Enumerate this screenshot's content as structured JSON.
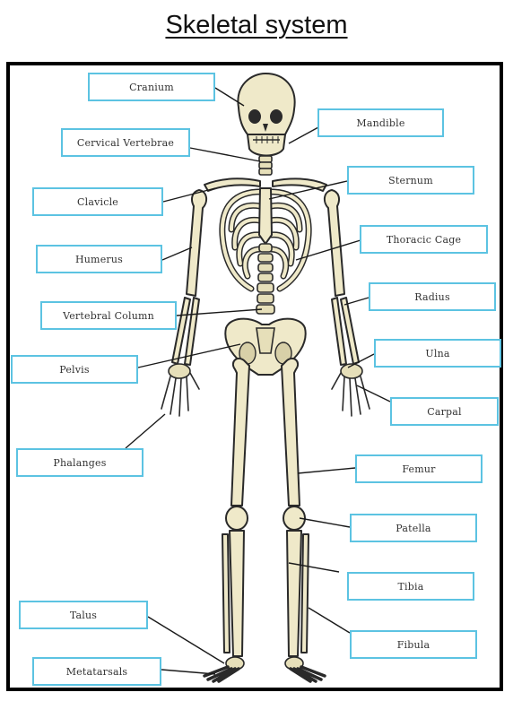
{
  "title": "Skeletal system",
  "labels": {
    "cranium": "Cranium",
    "mandible": "Mandible",
    "cervical_vertebrae": "Cervical Vertebrae",
    "sternum": "Sternum",
    "clavicle": "Clavicle",
    "thoracic_cage": "Thoracic Cage",
    "humerus": "Humerus",
    "radius": "Radius",
    "vertebral_column": "Vertebral Column",
    "ulna": "Ulna",
    "pelvis": "Pelvis",
    "carpal": "Carpal",
    "phalanges": "Phalanges",
    "femur": "Femur",
    "patella": "Patella",
    "tibia": "Tibia",
    "talus": "Talus",
    "fibula": "Fibula",
    "metatarsals": "Metatarsals"
  },
  "colors": {
    "label_border": "#5cc3e2",
    "bone_fill": "#efe9c9",
    "outline": "#2a2a2a"
  }
}
